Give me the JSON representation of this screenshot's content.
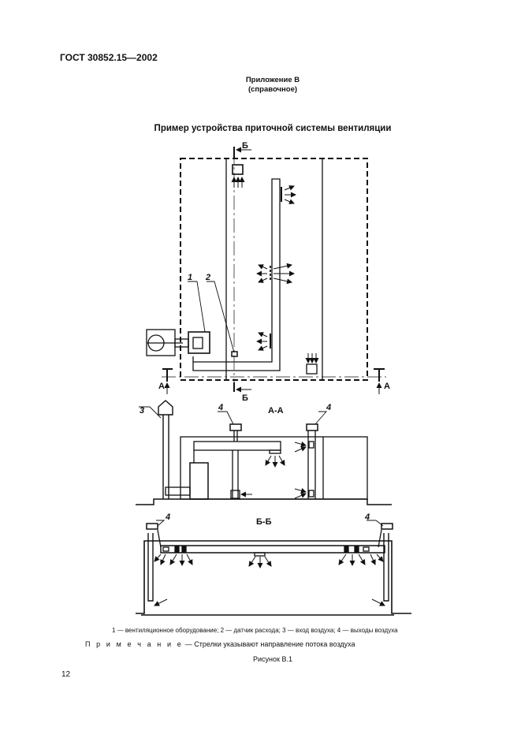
{
  "header": {
    "standard": "ГОСТ 30852.15—2002"
  },
  "annex": {
    "name": "Приложение В",
    "type": "(справочное)"
  },
  "figure": {
    "title": "Пример устройства приточной системы вентиляции",
    "labels": {
      "section_a": "А",
      "section_b": "Б",
      "section_aa": "А-А",
      "section_bb": "Б-Б",
      "n1": "1",
      "n2": "2",
      "n3": "3",
      "n4": "4"
    },
    "legend": "1 — вентиляционное оборудование; 2 — датчик расхода; 3 — вход воздуха; 4 — выходы воздуха",
    "note_label": "П р и м е ч а н и е",
    "note_text": " — Стрелки указывают направление потока воздуха",
    "caption": "Рисунок В.1"
  },
  "page_number": "12"
}
